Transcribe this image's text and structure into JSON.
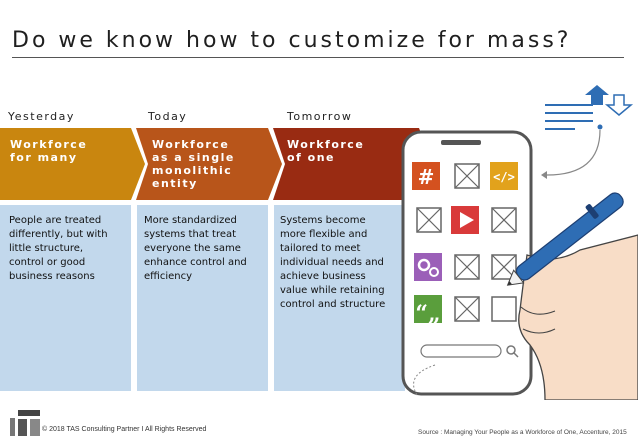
{
  "title": "Do we know how to customize for mass?",
  "columns": [
    {
      "heading": "Yesterday",
      "label": "Workforce\nfor many",
      "description": "People are treated\ndifferently, but with\nlittle structure,\ncontrol or good\nbusiness reasons",
      "color": "#c9860f"
    },
    {
      "heading": "Today",
      "label": "Workforce\nas a single\nmonolithic\nentity",
      "description": "More standardized\nsystems that treat\neveryone the same\nenhance control and\nefficiency",
      "color": "#b8551a"
    },
    {
      "heading": "Tomorrow",
      "label": "Workforce\nof one",
      "description": "Systems become\nmore flexible and\ntailored to meet\nindividual needs and\nachieve business\nvalue while retaining\ncontrol and structure",
      "color": "#992b12"
    }
  ],
  "colors": {
    "panel": "#c2d8ec",
    "phone_outline": "#555555",
    "app_hashtag": "#d4511f",
    "app_code": "#e2a21c",
    "app_play": "#d93a3a",
    "app_settings": "#9b5fb8",
    "app_quote": "#5a9e3c",
    "accent_blue": "#2e6db4"
  },
  "icons": [
    "hashtag-icon",
    "code-icon",
    "play-icon",
    "settings-icon",
    "quote-icon",
    "search-icon",
    "arrow-up-icon",
    "arrow-down-icon",
    "pen-icon",
    "company-logo"
  ],
  "footer": "© 2018 TAS Consulting Partner  I  All Rights Reserved",
  "source": "Source : Managing Your People as a Workforce of One, Accenture, 2015"
}
